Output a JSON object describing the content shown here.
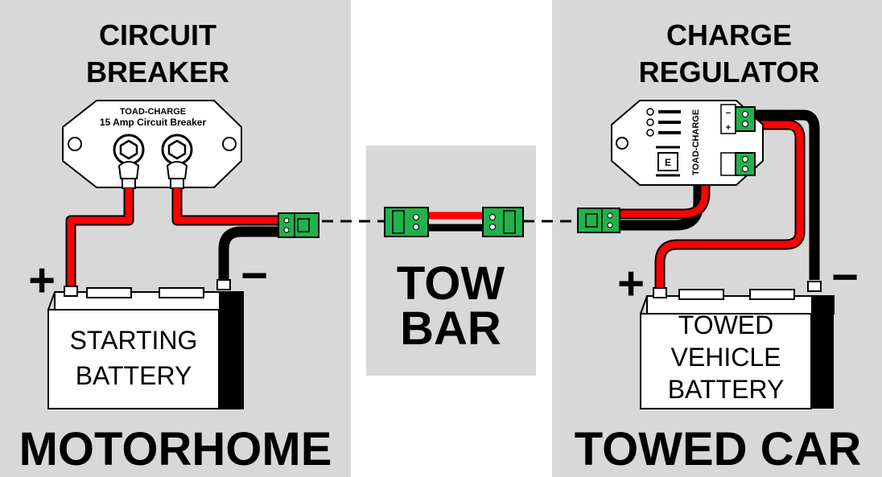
{
  "panels": {
    "motorhome": {
      "title_line1": "CIRCUIT",
      "title_line2": "BREAKER",
      "footer": "MOTORHOME",
      "breaker_label_line1": "TOAD-CHARGE",
      "breaker_label_line2": "15 Amp Circuit Breaker",
      "battery_line1": "STARTING",
      "battery_line2": "BATTERY",
      "plus": "+",
      "minus": "−"
    },
    "towbar": {
      "line1": "TOW",
      "line2": "BAR"
    },
    "towed_car": {
      "title_line1": "CHARGE",
      "title_line2": "REGULATOR",
      "footer": "TOWED CAR",
      "regulator_label": "TOAD-CHARGE",
      "regulator_e": "E",
      "term_minus": "−",
      "term_plus": "+",
      "battery_line1": "TOWED",
      "battery_line2": "VEHICLE",
      "battery_line3": "BATTERY",
      "plus": "+",
      "minus": "−"
    }
  },
  "colors": {
    "panel": "#d8d8d8",
    "wire_red": "#ff0000",
    "wire_black": "#000000",
    "connector": "#22b14c"
  }
}
